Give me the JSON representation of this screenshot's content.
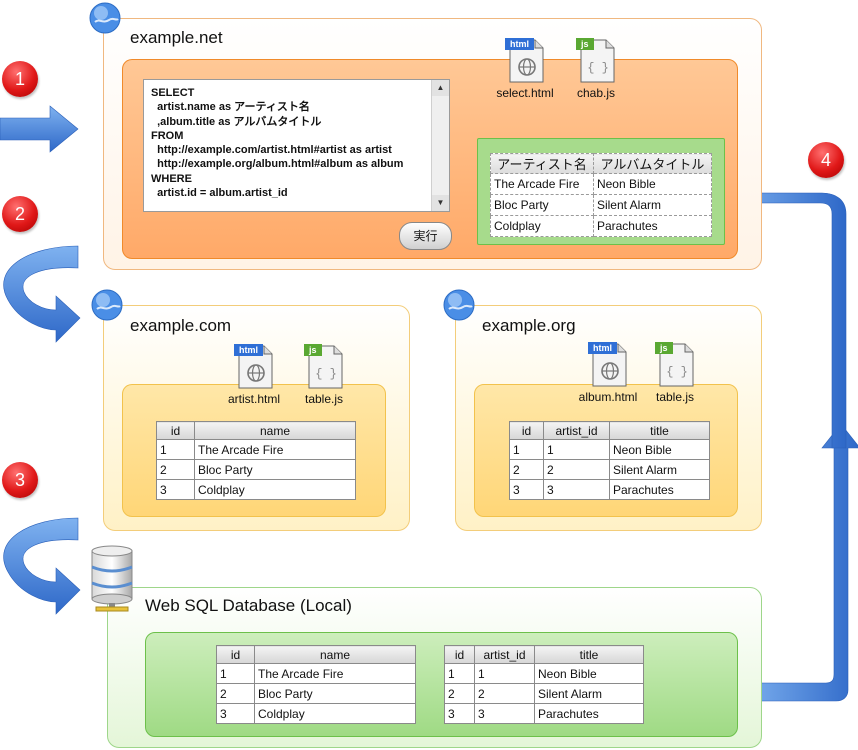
{
  "steps": [
    "1",
    "2",
    "3",
    "4"
  ],
  "example_net": {
    "title": "example.net",
    "sql_lines": [
      "SELECT",
      "  artist.name as アーティスト名",
      "  ,album.title as アルバムタイトル",
      "FROM",
      "  http://example.com/artist.html#artist as artist",
      "  http://example.org/album.html#album as album",
      "WHERE",
      "  artist.id = album.artist_id"
    ],
    "run_button": "実行",
    "files": [
      {
        "badge": "html",
        "label": "select.html"
      },
      {
        "badge": "js",
        "label": "chab.js"
      }
    ],
    "result": {
      "headers": [
        "アーティスト名",
        "アルバムタイトル"
      ],
      "rows": [
        [
          "The Arcade Fire",
          "Neon Bible"
        ],
        [
          "Bloc Party",
          "Silent Alarm"
        ],
        [
          "Coldplay",
          "Parachutes"
        ]
      ]
    }
  },
  "example_com": {
    "title": "example.com",
    "files": [
      {
        "badge": "html",
        "label": "artist.html"
      },
      {
        "badge": "js",
        "label": "table.js"
      }
    ],
    "table": {
      "headers": [
        "id",
        "name"
      ],
      "rows": [
        [
          "1",
          "The Arcade Fire"
        ],
        [
          "2",
          "Bloc Party"
        ],
        [
          "3",
          "Coldplay"
        ]
      ]
    }
  },
  "example_org": {
    "title": "example.org",
    "files": [
      {
        "badge": "html",
        "label": "album.html"
      },
      {
        "badge": "js",
        "label": "table.js"
      }
    ],
    "table": {
      "headers": [
        "id",
        "artist_id",
        "title"
      ],
      "rows": [
        [
          "1",
          "1",
          "Neon Bible"
        ],
        [
          "2",
          "2",
          "Silent Alarm"
        ],
        [
          "3",
          "3",
          "Parachutes"
        ]
      ]
    }
  },
  "local_db": {
    "title": "Web SQL Database (Local)",
    "artists": {
      "headers": [
        "id",
        "name"
      ],
      "rows": [
        [
          "1",
          "The Arcade Fire"
        ],
        [
          "2",
          "Bloc Party"
        ],
        [
          "3",
          "Coldplay"
        ]
      ]
    },
    "albums": {
      "headers": [
        "id",
        "artist_id",
        "title"
      ],
      "rows": [
        [
          "1",
          "1",
          "Neon Bible"
        ],
        [
          "2",
          "2",
          "Silent Alarm"
        ],
        [
          "3",
          "3",
          "Parachutes"
        ]
      ]
    }
  },
  "colors": {
    "arrow": "#3f7fd8",
    "badge": "#e01818",
    "html_badge": "#2f6fd6",
    "js_badge": "#5aa832"
  }
}
